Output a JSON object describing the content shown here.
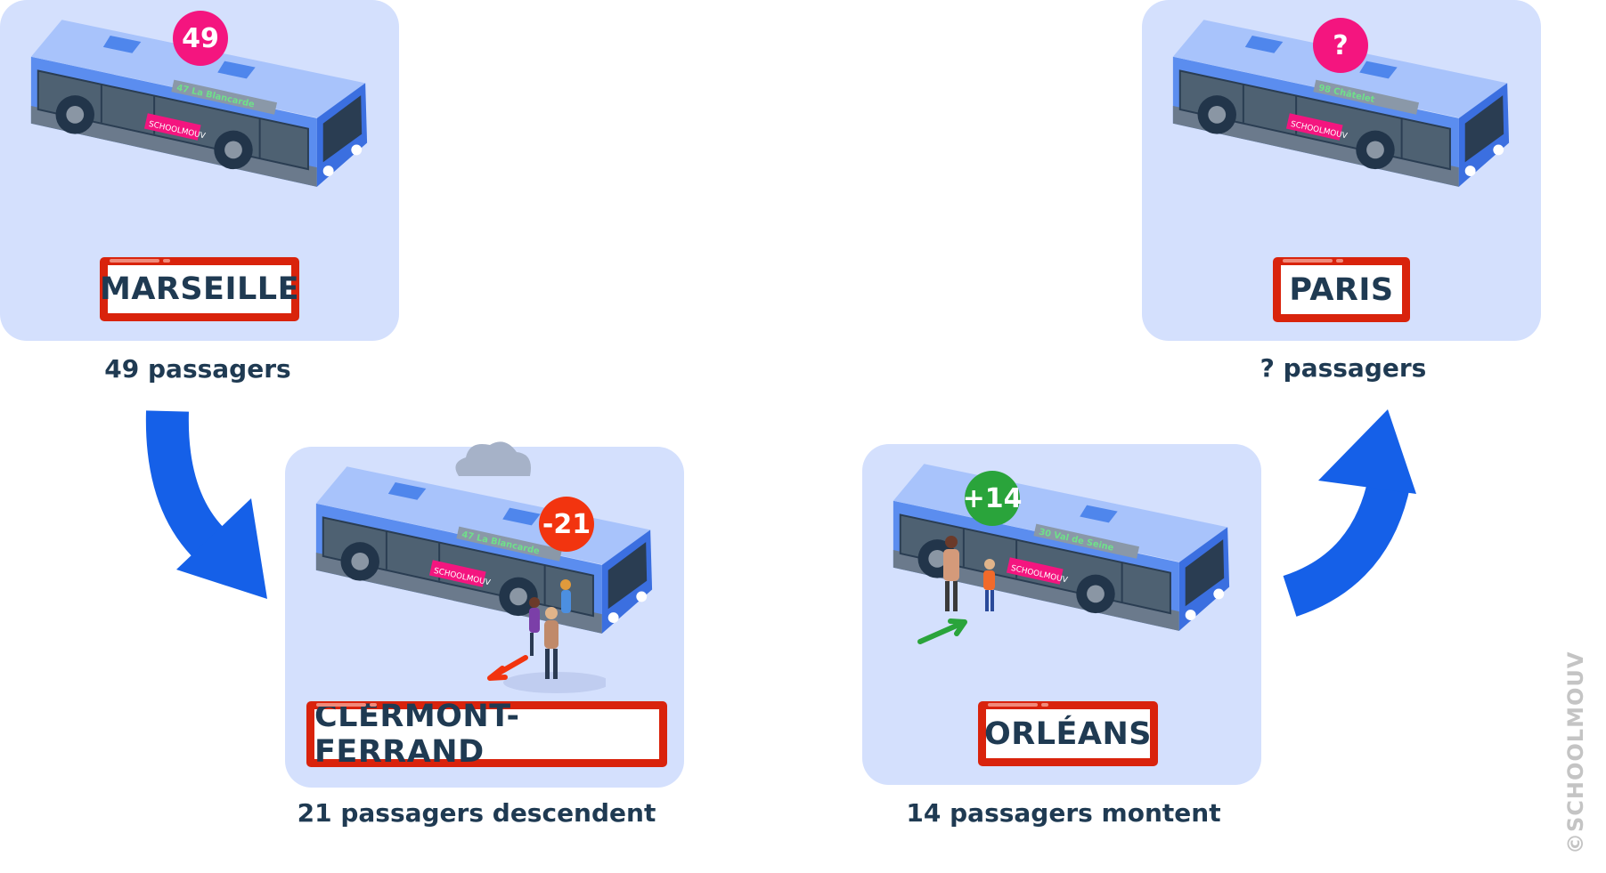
{
  "stops": [
    {
      "city": "MARSEILLE",
      "badge": "49",
      "caption": "49 passagers",
      "destination": "47  La Blancarde",
      "plate": "SCHOOLMOUV"
    },
    {
      "city": "CLERMONT-FERRAND",
      "badge": "-21",
      "caption": "21 passagers descendent",
      "destination": "47  La Blancarde",
      "plate": "SCHOOLMOUV"
    },
    {
      "city": "ORLÉANS",
      "badge": "+14",
      "caption": "14 passagers montent",
      "destination": "30  Val de Seine",
      "plate": "SCHOOLMOUV"
    },
    {
      "city": "PARIS",
      "badge": "?",
      "caption": "? passagers",
      "destination": "98  Châtelet",
      "plate": "SCHOOLMOUV"
    }
  ],
  "colors": {
    "panel": "#d4e0fd",
    "sign_border": "#d9230c",
    "arrow": "#1560e8",
    "badge_start": "#f4157f",
    "badge_minus": "#f2340f",
    "badge_plus": "#2aa43b",
    "text": "#1f3a52"
  },
  "watermark": "©SCHOOLMOUV"
}
